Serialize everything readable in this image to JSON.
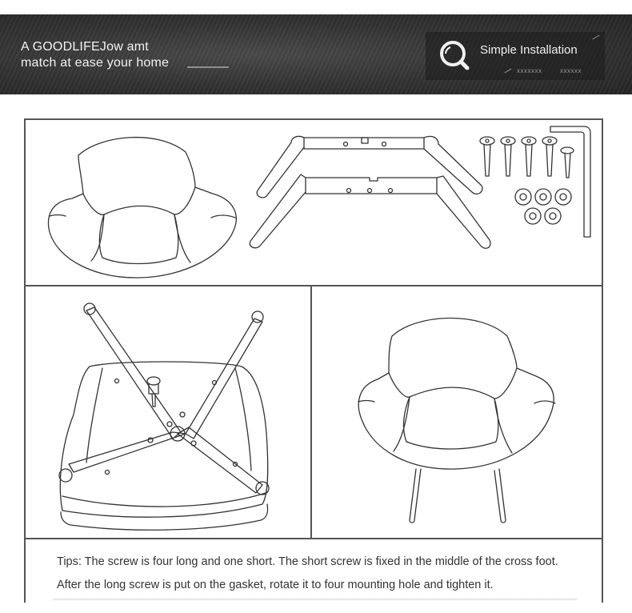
{
  "banner": {
    "line1": "A GOODLIFEJow amt",
    "line2": "match at ease your home",
    "badge_label": "Simple Installation",
    "badge_small_a": "xxxxxxx",
    "badge_small_b": "xxxxxx",
    "badge_icon": "magnifier-icon"
  },
  "tips": {
    "text": "Tips: The screw is four long and one short. The short screw is fixed in the middle of the cross foot. After the long screw is put on the gasket, rotate it to four mounting hole and tighten it."
  },
  "colors": {
    "banner_bg": "#333333",
    "frame_border": "#555555",
    "line_art": "#333333"
  }
}
